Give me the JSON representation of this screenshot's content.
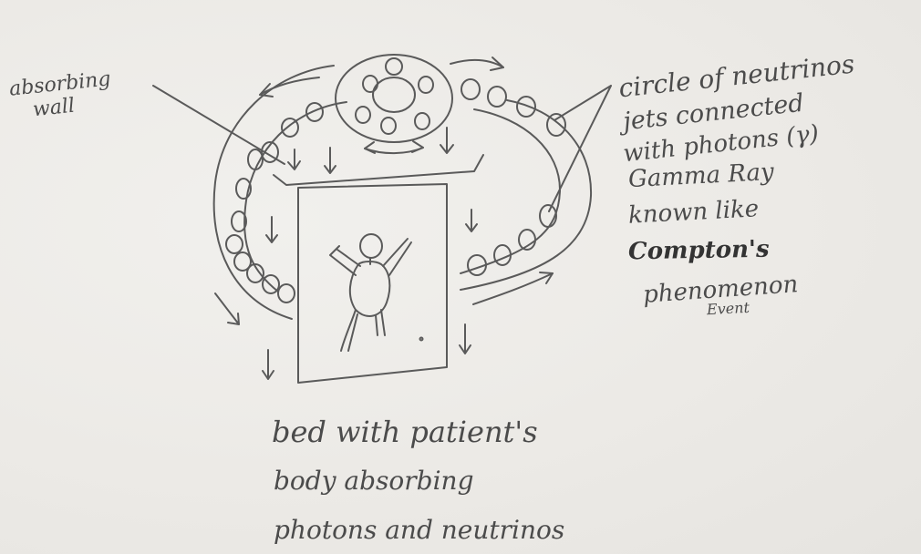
{
  "labels": {
    "wall_line1": "absorbing",
    "wall_line2": "wall",
    "ring_line1": "circle of neutrinos",
    "ring_line2": "jets connected",
    "ring_line3": "with photons (γ)",
    "ring_line4": "Gamma Ray",
    "ring_line5": "known like",
    "ring_line6": "Compton's",
    "ring_line7": "phenomenon",
    "ring_line8": "Event",
    "bed_line1": "bed with patient's",
    "bed_line2": "body absorbing",
    "bed_line3": "photons and neutrinos"
  },
  "colors": {
    "paper": "#ecebe8",
    "pencil": "#4b4b4b"
  },
  "ring": {
    "left_bead_count": 4,
    "lower_left_bead_count": 4,
    "right_bead_count": 4,
    "top_right_bead_count": 4,
    "upper_left_bead_count": 3,
    "top_ring_bead_count": 6
  }
}
